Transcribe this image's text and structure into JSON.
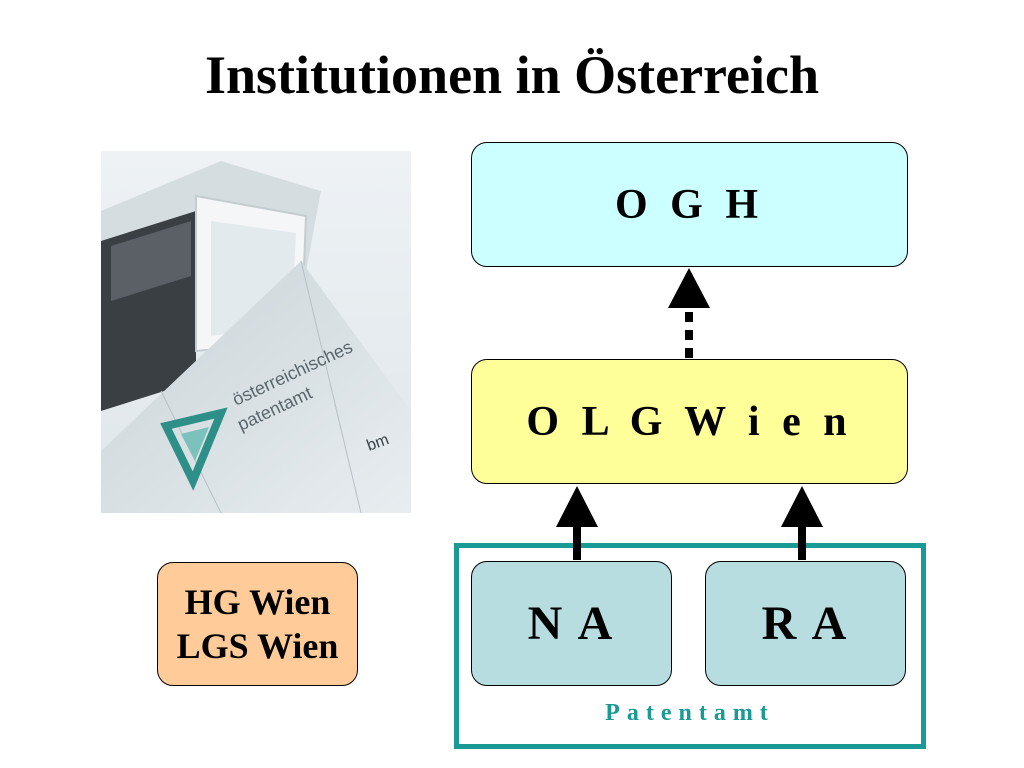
{
  "title": "Institutionen in Österreich",
  "photo": {
    "sign_line1": "österreichisches",
    "sign_line2": "patentamt",
    "sign_logo": "bm"
  },
  "boxes": {
    "ogh": "O G H",
    "olg": "O L G  W i e n",
    "na": "N A",
    "ra": "R A",
    "hg_line1": "HG Wien",
    "hg_line2": "LGS Wien"
  },
  "group_label": "Patentamt",
  "colors": {
    "ogh_fill": "#ccffff",
    "olg_fill": "#ffff99",
    "na_ra_fill": "#b7dde0",
    "hg_fill": "#ffcc99",
    "frame_teal": "#1a9a94"
  },
  "edges": [
    {
      "from": "olg",
      "to": "ogh",
      "style": "dotted"
    },
    {
      "from": "na",
      "to": "olg",
      "style": "solid"
    },
    {
      "from": "ra",
      "to": "olg",
      "style": "solid"
    }
  ]
}
